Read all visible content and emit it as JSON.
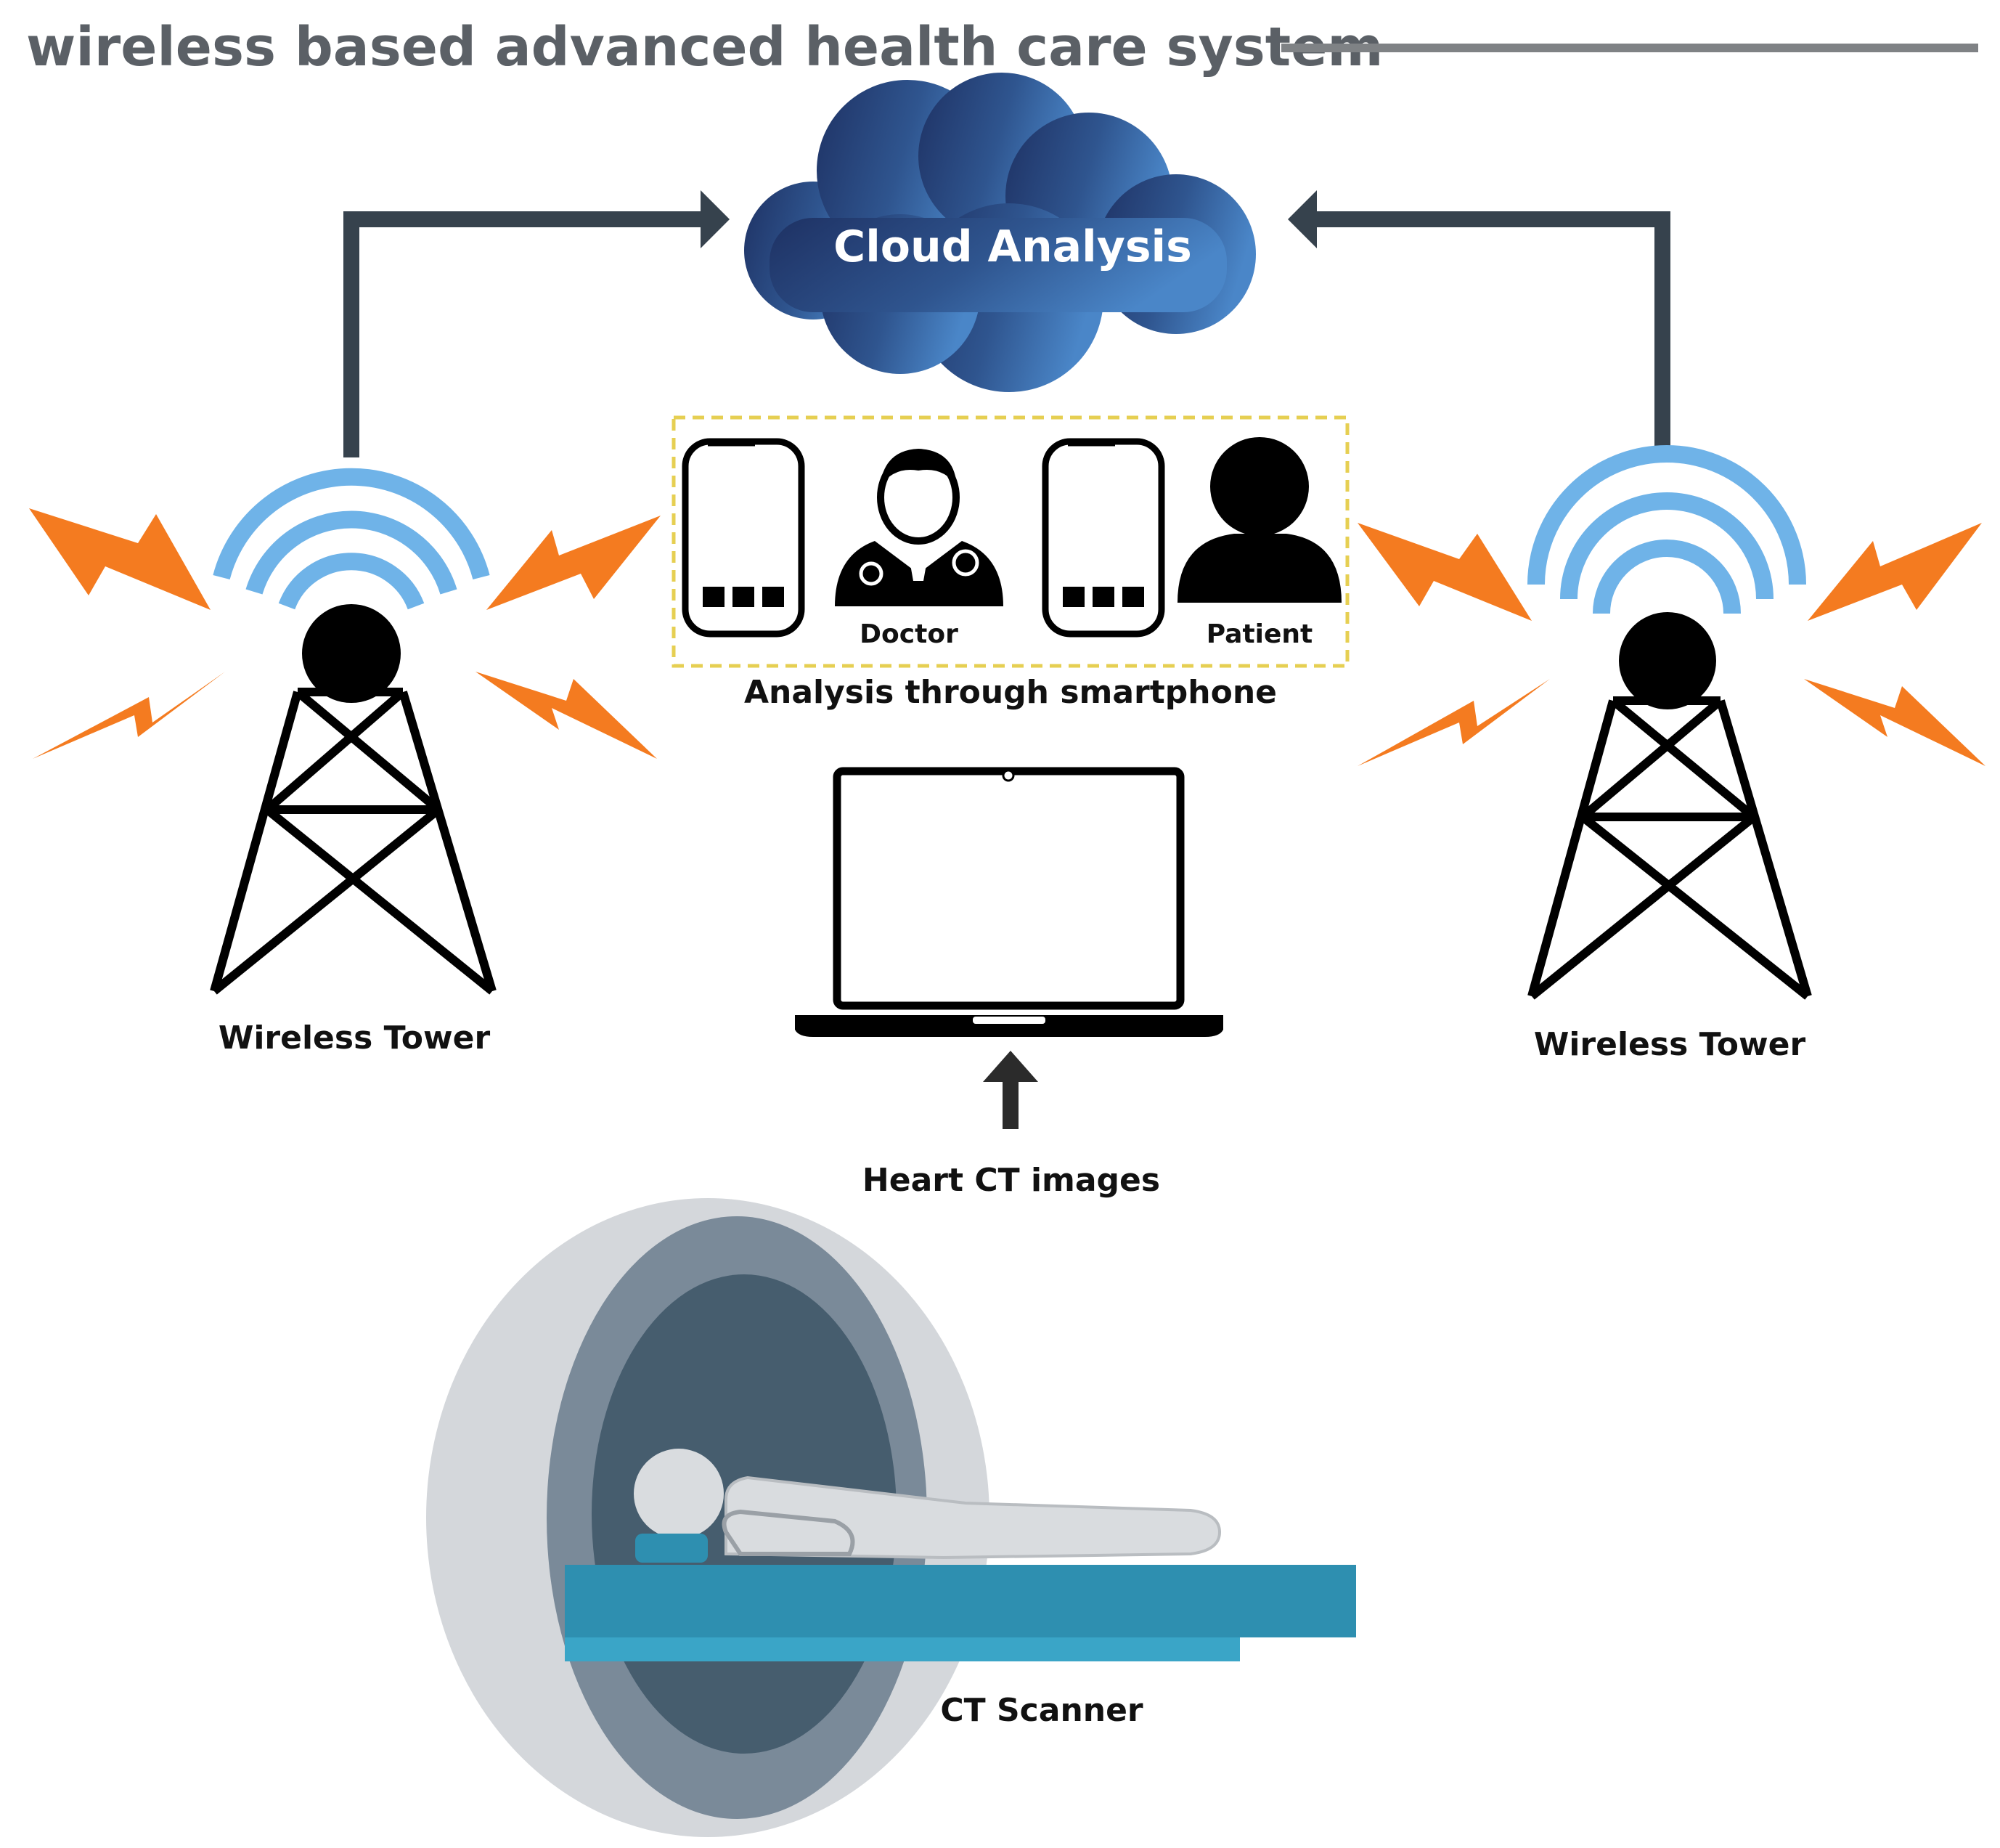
{
  "title": "wireless based advanced health care system",
  "cloud": {
    "label": "Cloud Analysis"
  },
  "smartphone_panel": {
    "doctor_label": "Doctor",
    "patient_label": "Patient",
    "caption": "Analysis through smartphone"
  },
  "towers": {
    "left_label": "Wireless Tower",
    "right_label": "Wireless Tower"
  },
  "laptop": {
    "input_label": "Heart CT images"
  },
  "scanner": {
    "label": "CT Scanner"
  },
  "colors": {
    "title": "#5b6066",
    "arrow": "#36424d",
    "cloud_dark": "#1e3163",
    "cloud_light": "#4a86c8",
    "wifi": "#6fb3e8",
    "bolt": "#f47b20",
    "panel_border": "#e6cf52",
    "scanner_outer": "#7a8a99",
    "scanner_inner": "#465d6e",
    "bed": "#2e8fb0"
  },
  "icons": [
    "cloud-icon",
    "smartphone-icon",
    "doctor-icon",
    "patient-icon",
    "wifi-icon",
    "lightning-icon",
    "tower-icon",
    "laptop-icon",
    "arrow-up-icon",
    "ct-scanner-icon"
  ]
}
